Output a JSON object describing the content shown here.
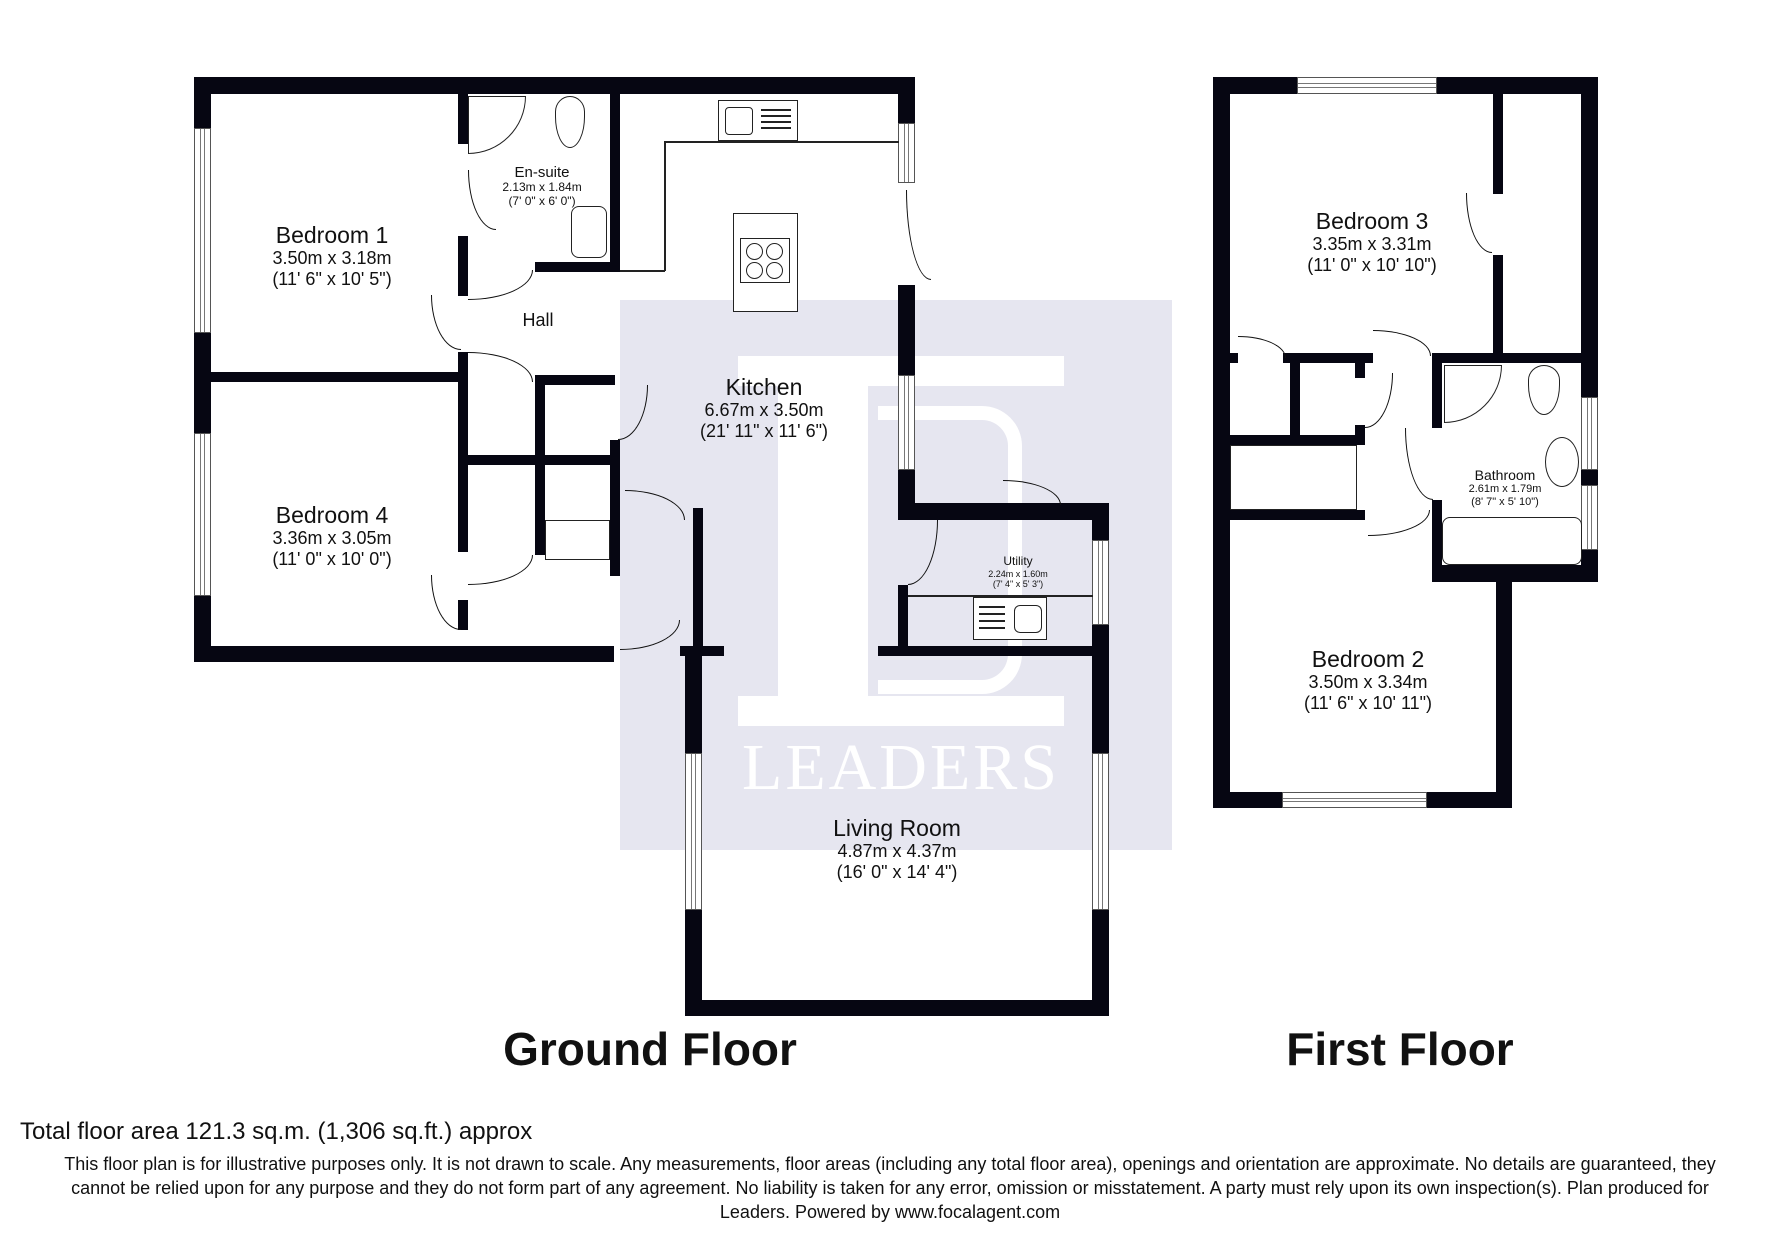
{
  "floors": [
    {
      "title": "Ground Floor",
      "rooms": [
        {
          "name": "Bedroom 1",
          "metric": "3.50m x 3.18m",
          "imperial": "(11' 6\" x 10' 5\")"
        },
        {
          "name": "En-suite",
          "metric": "2.13m x 1.84m",
          "imperial": "(7' 0\" x 6' 0\")"
        },
        {
          "name": "Hall",
          "metric": "",
          "imperial": ""
        },
        {
          "name": "Kitchen",
          "metric": "6.67m x 3.50m",
          "imperial": "(21' 11\" x 11' 6\")"
        },
        {
          "name": "Bedroom 4",
          "metric": "3.36m x 3.05m",
          "imperial": "(11' 0\" x 10' 0\")"
        },
        {
          "name": "Utility",
          "metric": "2.24m x 1.60m",
          "imperial": "(7' 4\" x 5' 3\")"
        },
        {
          "name": "Living Room",
          "metric": "4.87m x 4.37m",
          "imperial": "(16' 0\" x 14' 4\")"
        }
      ]
    },
    {
      "title": "First Floor",
      "rooms": [
        {
          "name": "Bedroom 3",
          "metric": "3.35m x 3.31m",
          "imperial": "(11' 0\" x 10' 10\")"
        },
        {
          "name": "Bathroom",
          "metric": "2.61m x 1.79m",
          "imperial": "(8' 7\" x 5' 10\")"
        },
        {
          "name": "Bedroom 2",
          "metric": "3.50m x 3.34m",
          "imperial": "(11' 6\" x 10' 11\")"
        }
      ]
    }
  ],
  "watermark": {
    "brand": "LEADERS",
    "letter": "L"
  },
  "footer": {
    "total_area": "Total floor area 121.3 sq.m. (1,306 sq.ft.) approx",
    "disclaimer": "This floor plan is for illustrative purposes only. It is not drawn to scale. Any measurements, floor areas (including any total floor area), openings and orientation are approximate. No details are guaranteed, they cannot be relied upon for any purpose and they do not form part of any agreement. No liability is taken for any error, omission or misstatement. A party must rely upon its own inspection(s). Plan produced for Leaders. Powered by www.focalagent.com"
  },
  "colors": {
    "wall": "#060612",
    "watermark_bg": "#e6e6f0"
  }
}
